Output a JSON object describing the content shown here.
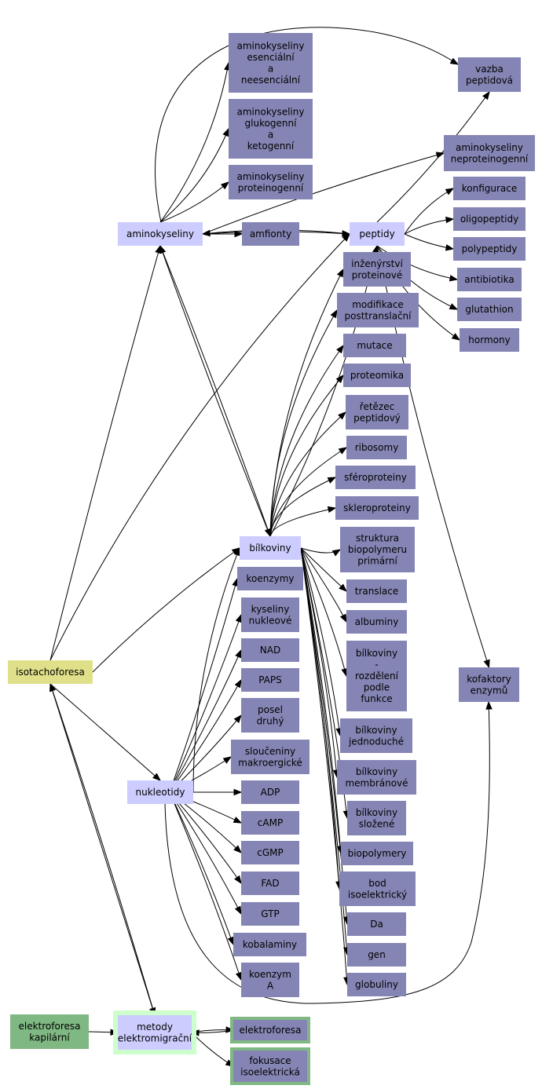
{
  "colors": {
    "hub": "#ccccff",
    "leaf": "#8585b5",
    "root": "#e0e08a",
    "green": "#80b883",
    "green_border": "#80b883",
    "hub_glow": "#ccffcc"
  },
  "nodes": [
    {
      "id": "n_ak_ess",
      "label": "aminokyseliny\nesenciální\na\nneesenciální",
      "kind": "leaf",
      "interactable": true
    },
    {
      "id": "n_vazba",
      "label": "vazba\npeptidová",
      "kind": "leaf",
      "interactable": true
    },
    {
      "id": "n_ak_glu",
      "label": "aminokyseliny\nglukogenní\na\nketogenní",
      "kind": "leaf",
      "interactable": true
    },
    {
      "id": "n_ak_neprot",
      "label": "aminokyseliny\nneproteinogenní",
      "kind": "leaf",
      "interactable": true
    },
    {
      "id": "n_ak_prot",
      "label": "aminokyseliny\nproteinogenní",
      "kind": "leaf",
      "interactable": true
    },
    {
      "id": "n_konfig",
      "label": "konfigurace",
      "kind": "leaf",
      "interactable": true
    },
    {
      "id": "n_oligo",
      "label": "oligopeptidy",
      "kind": "leaf",
      "interactable": true
    },
    {
      "id": "n_aminokyseliny",
      "label": "aminokyseliny",
      "kind": "hub",
      "interactable": true
    },
    {
      "id": "n_amfionty",
      "label": "amfionty",
      "kind": "leaf",
      "interactable": true
    },
    {
      "id": "n_peptidy",
      "label": "peptidy",
      "kind": "hub",
      "interactable": true
    },
    {
      "id": "n_polypep",
      "label": "polypeptidy",
      "kind": "leaf",
      "interactable": true
    },
    {
      "id": "n_inzen",
      "label": "inženýrství\nproteinové",
      "kind": "leaf",
      "interactable": true
    },
    {
      "id": "n_antib",
      "label": "antibiotika",
      "kind": "leaf",
      "interactable": true
    },
    {
      "id": "n_modif",
      "label": "modifikace\nposttranslační",
      "kind": "leaf",
      "interactable": true
    },
    {
      "id": "n_glut",
      "label": "glutathion",
      "kind": "leaf",
      "interactable": true
    },
    {
      "id": "n_mutace",
      "label": "mutace",
      "kind": "leaf",
      "interactable": true
    },
    {
      "id": "n_horm",
      "label": "hormony",
      "kind": "leaf",
      "interactable": true
    },
    {
      "id": "n_proteom",
      "label": "proteomika",
      "kind": "leaf",
      "interactable": true
    },
    {
      "id": "n_retezec",
      "label": "řetězec\npeptidový",
      "kind": "leaf",
      "interactable": true
    },
    {
      "id": "n_ribos",
      "label": "ribosomy",
      "kind": "leaf",
      "interactable": true
    },
    {
      "id": "n_sfero",
      "label": "sféroproteiny",
      "kind": "leaf",
      "interactable": true
    },
    {
      "id": "n_sklero",
      "label": "skleroproteiny",
      "kind": "leaf",
      "interactable": true
    },
    {
      "id": "n_strukt",
      "label": "struktura\nbiopolymeru\nprimární",
      "kind": "leaf",
      "interactable": true
    },
    {
      "id": "n_bilkoviny",
      "label": "bílkoviny",
      "kind": "hub",
      "interactable": true
    },
    {
      "id": "n_koenz",
      "label": "koenzymy",
      "kind": "leaf",
      "interactable": true
    },
    {
      "id": "n_transl",
      "label": "translace",
      "kind": "leaf",
      "interactable": true
    },
    {
      "id": "n_kysel",
      "label": "kyseliny\nnukleové",
      "kind": "leaf",
      "interactable": true
    },
    {
      "id": "n_albumin",
      "label": "albuminy",
      "kind": "leaf",
      "interactable": true
    },
    {
      "id": "n_nad",
      "label": "NAD",
      "kind": "leaf",
      "interactable": true
    },
    {
      "id": "n_bilk_fun",
      "label": "bílkoviny\n-\nrozdělení\npodle\nfunkce",
      "kind": "leaf",
      "interactable": true
    },
    {
      "id": "n_isota",
      "label": "isotachoforesa",
      "kind": "root",
      "interactable": true
    },
    {
      "id": "n_paps",
      "label": "PAPS",
      "kind": "leaf",
      "interactable": true
    },
    {
      "id": "n_kofakt",
      "label": "kofaktory\nenzymů",
      "kind": "leaf",
      "interactable": true
    },
    {
      "id": "n_posel",
      "label": "posel\ndruhý",
      "kind": "leaf",
      "interactable": true
    },
    {
      "id": "n_bilk_jedn",
      "label": "bílkoviny\njednoduché",
      "kind": "leaf",
      "interactable": true
    },
    {
      "id": "n_slouc",
      "label": "sloučeniny\nmakroergické",
      "kind": "leaf",
      "interactable": true
    },
    {
      "id": "n_bilk_memb",
      "label": "bílkoviny\nmembránové",
      "kind": "leaf",
      "interactable": true
    },
    {
      "id": "n_nukleot",
      "label": "nukleotidy",
      "kind": "hub",
      "interactable": true
    },
    {
      "id": "n_adp",
      "label": "ADP",
      "kind": "leaf",
      "interactable": true
    },
    {
      "id": "n_bilk_slo",
      "label": "bílkoviny\nsložené",
      "kind": "leaf",
      "interactable": true
    },
    {
      "id": "n_camp",
      "label": "cAMP",
      "kind": "leaf",
      "interactable": true
    },
    {
      "id": "n_cgmp",
      "label": "cGMP",
      "kind": "leaf",
      "interactable": true
    },
    {
      "id": "n_biopol",
      "label": "biopolymery",
      "kind": "leaf",
      "interactable": true
    },
    {
      "id": "n_fad",
      "label": "FAD",
      "kind": "leaf",
      "interactable": true
    },
    {
      "id": "n_bod",
      "label": "bod\nisoelektrický",
      "kind": "leaf",
      "interactable": true
    },
    {
      "id": "n_gtp",
      "label": "GTP",
      "kind": "leaf",
      "interactable": true
    },
    {
      "id": "n_da",
      "label": "Da",
      "kind": "leaf",
      "interactable": true
    },
    {
      "id": "n_kobal",
      "label": "kobalaminy",
      "kind": "leaf",
      "interactable": true
    },
    {
      "id": "n_gen",
      "label": "gen",
      "kind": "leaf",
      "interactable": true
    },
    {
      "id": "n_koenzA",
      "label": "koenzym\nA",
      "kind": "leaf",
      "interactable": true
    },
    {
      "id": "n_glob",
      "label": "globuliny",
      "kind": "leaf",
      "interactable": true
    },
    {
      "id": "n_ef_kap",
      "label": "elektroforesa\nkapilární",
      "kind": "green",
      "interactable": true
    },
    {
      "id": "n_metody",
      "label": "metody\nelektromigrační",
      "kind": "hubglow",
      "interactable": true
    },
    {
      "id": "n_ef",
      "label": "elektroforesa",
      "kind": "leafgreen",
      "interactable": true
    },
    {
      "id": "n_fokus",
      "label": "fokusace\nisoelektrická",
      "kind": "leafgreen",
      "interactable": true
    }
  ]
}
